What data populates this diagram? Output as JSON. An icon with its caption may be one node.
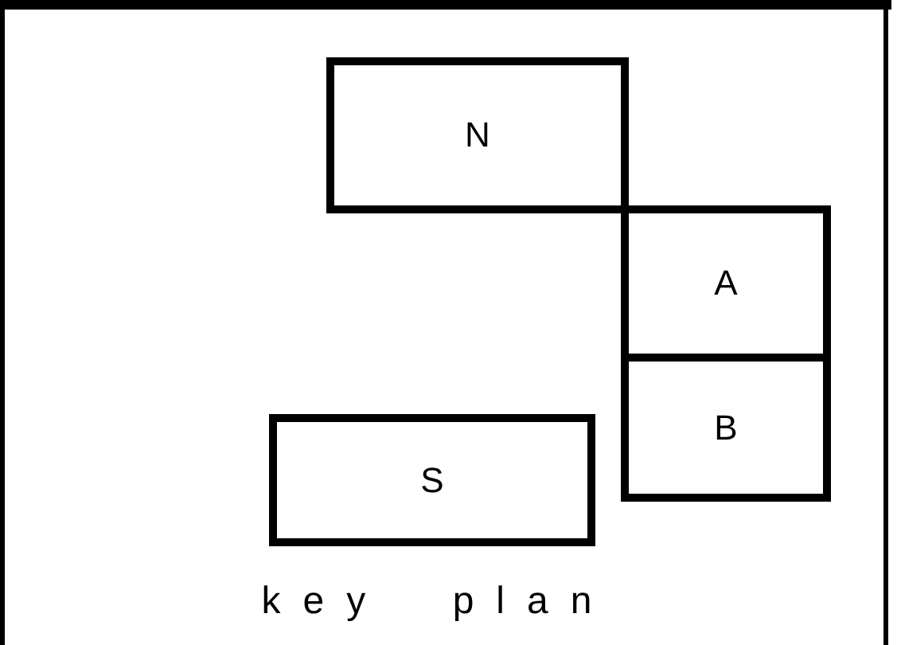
{
  "diagram": {
    "nodes": [
      {
        "text": [
          "N"
        ]
      },
      {
        "text": [
          "A"
        ]
      },
      {
        "text": [
          "B"
        ]
      },
      {
        "text": [
          "S"
        ]
      }
    ],
    "labels": [
      "key plan"
    ]
  }
}
